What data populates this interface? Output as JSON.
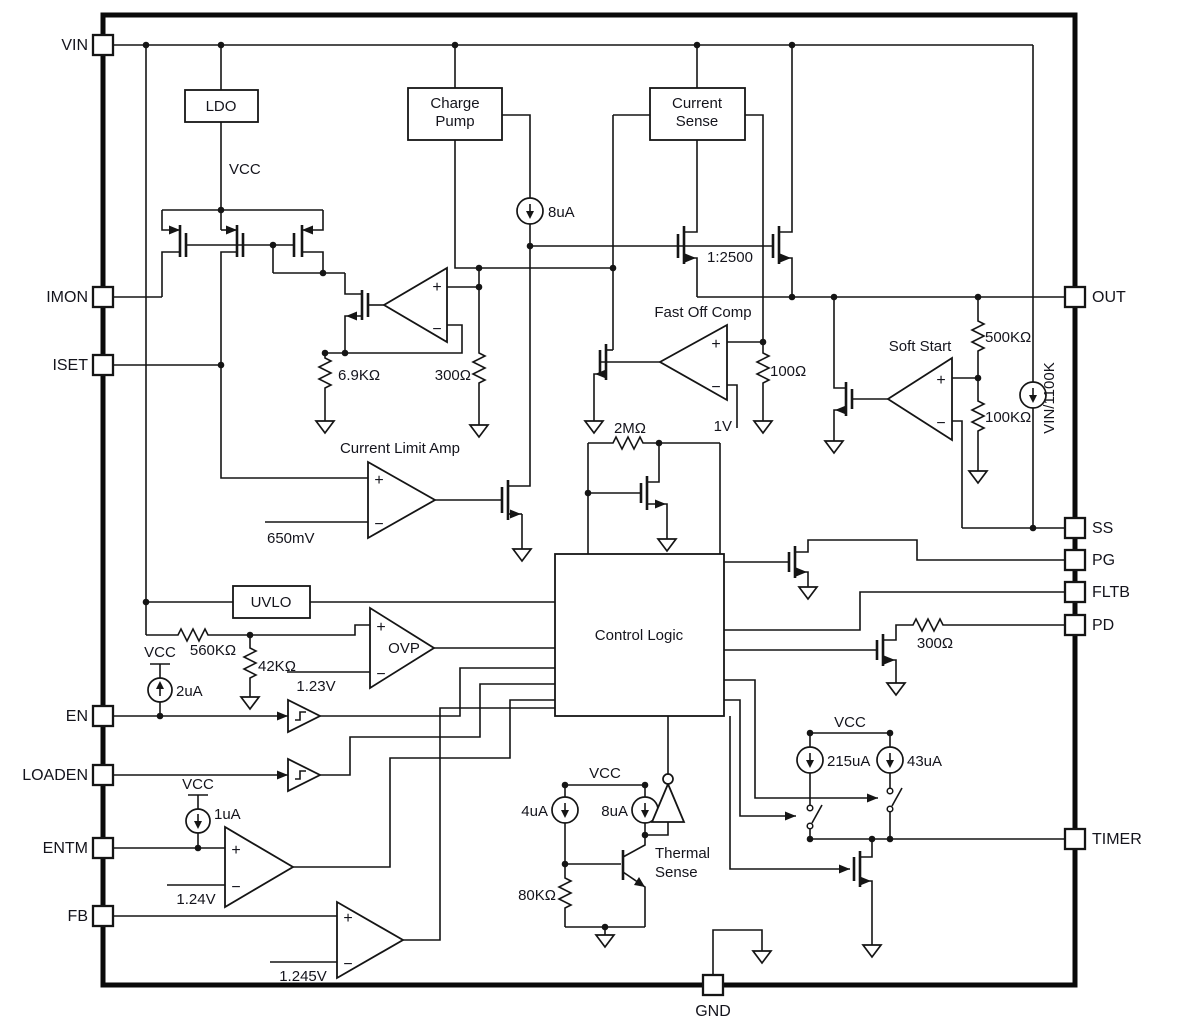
{
  "pins": {
    "vin": "VIN",
    "imon": "IMON",
    "iset": "ISET",
    "en": "EN",
    "loaden": "LOADEN",
    "entm": "ENTM",
    "fb": "FB",
    "out": "OUT",
    "ss": "SS",
    "pg": "PG",
    "fltb": "FLTB",
    "pd": "PD",
    "timer": "TIMER",
    "gnd": "GND"
  },
  "blocks": {
    "ldo": "LDO",
    "charge_pump_line1": "Charge",
    "charge_pump_line2": "Pump",
    "current_sense_line1": "Current",
    "current_sense_line2": "Sense",
    "uvlo": "UVLO",
    "control_logic": "Control Logic"
  },
  "amps": {
    "current_limit": "Current Limit Amp",
    "fast_off": "Fast Off Comp",
    "soft_start": "Soft Start",
    "ovp": "OVP",
    "thermal_line1": "Thermal",
    "thermal_line2": "Sense"
  },
  "values": {
    "vcc": "VCC",
    "i_8ua_top": "8uA",
    "ratio": "1:2500",
    "r_100": "100Ω",
    "v_1": "1V",
    "r_2m": "2MΩ",
    "r_500k": "500KΩ",
    "r_100k": "100KΩ",
    "i_vin_1100k": "VIN/1100K",
    "r_6_9k": "6.9KΩ",
    "r_300_top": "300Ω",
    "v_650m": "650mV",
    "r_560k": "560KΩ",
    "r_42k": "42KΩ",
    "v_1_23": "1.23V",
    "i_2ua": "2uA",
    "i_1ua": "1uA",
    "v_1_24": "1.24V",
    "v_1_245": "1.245V",
    "i_4ua": "4uA",
    "i_8ua_thermal": "8uA",
    "r_80k": "80KΩ",
    "i_215ua": "215uA",
    "i_43ua": "43uA",
    "r_300_pd": "300Ω"
  },
  "signs": {
    "plus": "+",
    "minus": "−"
  }
}
